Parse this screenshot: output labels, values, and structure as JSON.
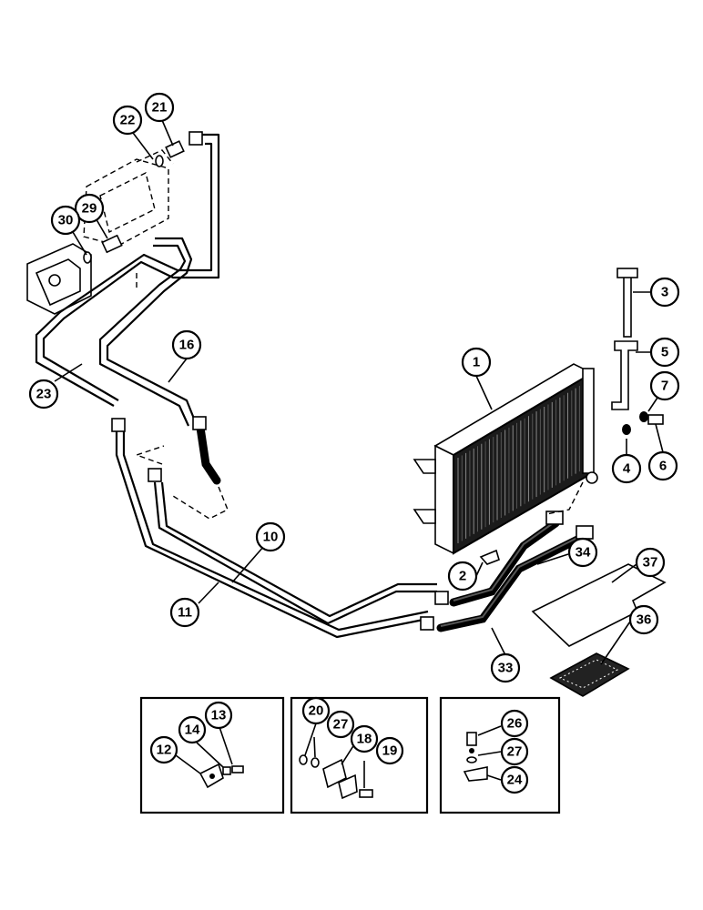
{
  "callouts": {
    "c1": "1",
    "c2": "2",
    "c3": "3",
    "c4": "4",
    "c5": "5",
    "c6": "6",
    "c7": "7",
    "c10": "10",
    "c11": "11",
    "c16": "16",
    "c21": "21",
    "c22": "22",
    "c23": "23",
    "c29": "29",
    "c30": "30",
    "c33": "33",
    "c34": "34",
    "c36": "36",
    "c37": "37"
  },
  "inset_left": {
    "c12": "12",
    "c13": "13",
    "c14": "14"
  },
  "inset_middle": {
    "c18": "18",
    "c19": "19",
    "c20": "20",
    "c27": "27"
  },
  "inset_right": {
    "c24": "24",
    "c26": "26",
    "c27": "27"
  }
}
